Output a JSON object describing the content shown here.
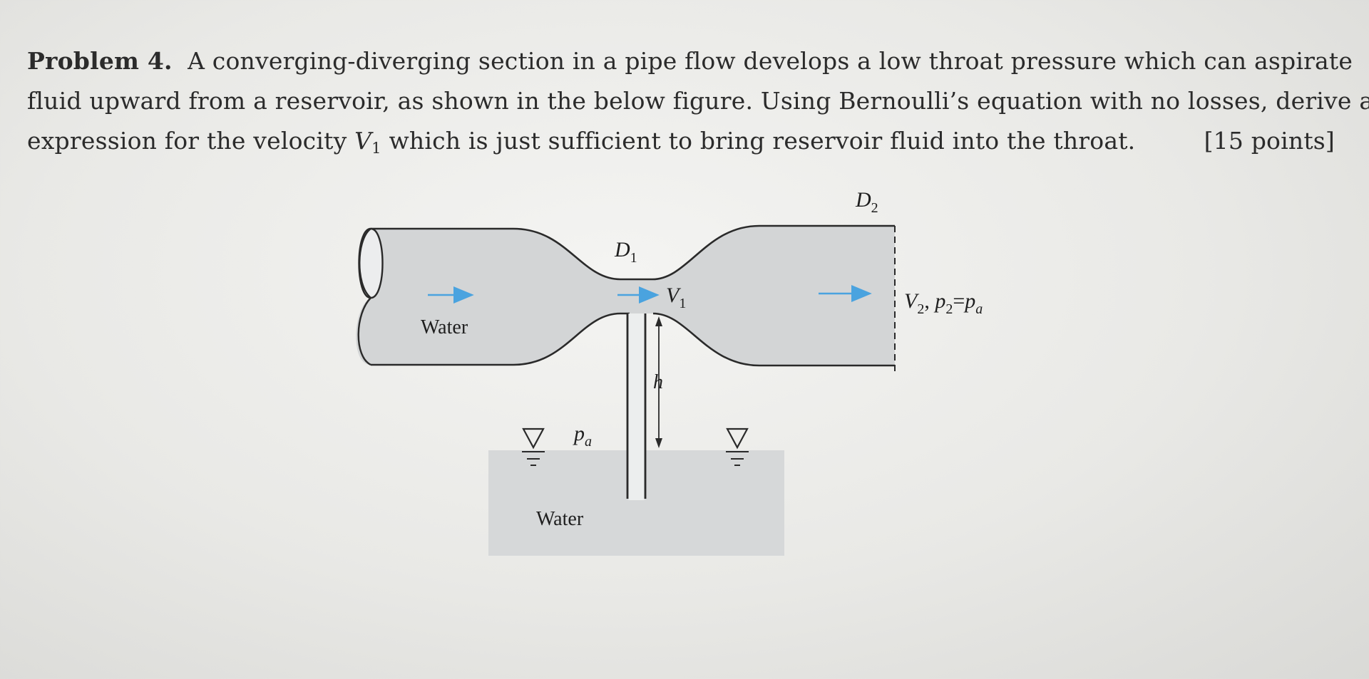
{
  "problem": {
    "label": "Problem 4.",
    "line1": "A converging-diverging section in a pipe flow develops a low throat pressure which can aspirate",
    "line2": "fluid upward from a reservoir, as shown in the below figure. Using Bernoulli’s equation with no losses, derive an",
    "line3_before": "expression for the velocity",
    "line3_var": "V",
    "line3_var_sub": "1",
    "line3_after": "which is just sufficient to bring reservoir fluid into the throat.",
    "points": "[15 points]"
  },
  "figure": {
    "label_d2": "D",
    "label_d2_sub": "2",
    "label_d1": "D",
    "label_d1_sub": "1",
    "label_v1": "V",
    "label_v1_sub": "1",
    "label_outlet_v": "V",
    "label_outlet_v_sub": "2",
    "label_outlet_p": "p",
    "label_outlet_p_sub": "2",
    "label_outlet_equals": "=",
    "label_outlet_pa": "p",
    "label_outlet_pa_sub": "a",
    "label_pipe_water": "Water",
    "label_h": "h",
    "label_pa": "p",
    "label_pa_sub": "a",
    "label_reservoir_water": "Water",
    "colors": {
      "water": "#d3d5d6",
      "outline": "#2a2a2a",
      "flow_arrow": "#4aa3df"
    }
  }
}
